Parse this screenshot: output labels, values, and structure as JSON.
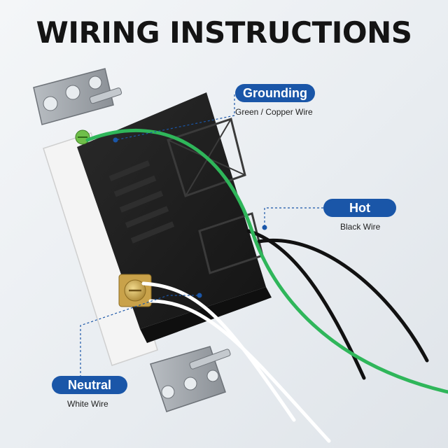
{
  "title": "WIRING INSTRUCTIONS",
  "callouts": {
    "grounding": {
      "label": "Grounding",
      "sublabel": "Green / Copper Wire"
    },
    "hot": {
      "label": "Hot",
      "sublabel": "Black Wire"
    },
    "neutral": {
      "label": "Neutral",
      "sublabel": "White Wire"
    }
  },
  "colors": {
    "accent": "#1a56a8",
    "ground_wire": "#2fb65a",
    "hot_wire": "#111111",
    "neutral_wire": "#ffffff",
    "outlet_body": "#1c1c1c",
    "outlet_face": "#f4f4f4",
    "strap": "#9aa0a6",
    "brass_screw": "#c9a24a"
  }
}
